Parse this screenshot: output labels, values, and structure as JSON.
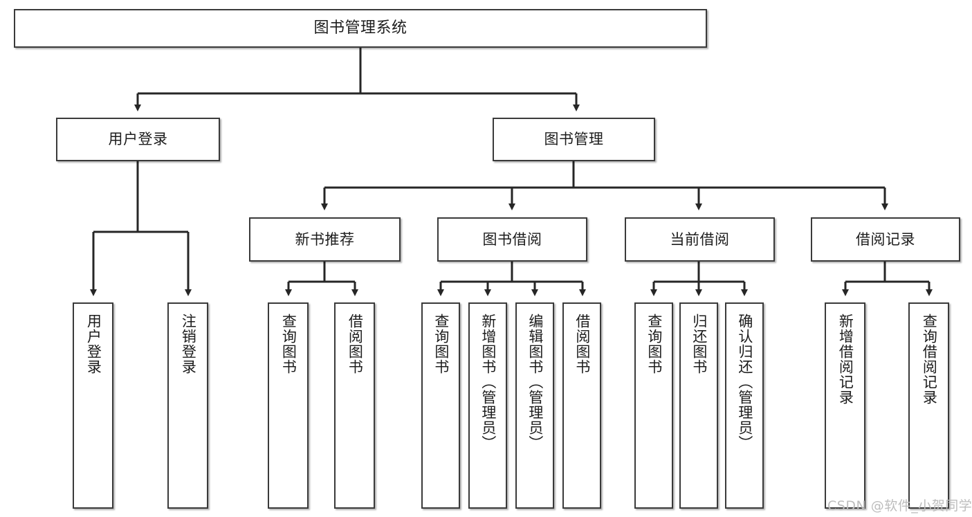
{
  "diagram": {
    "title": "图书管理系统",
    "type": "hierarchy-tree",
    "theme": {
      "background": "#ffffff",
      "node_fill": "#ffffff",
      "node_border": "#3a3a3a",
      "connector": "#262626",
      "text": "#1c1c1c",
      "watermark": "#bdbdbd"
    },
    "nodes": {
      "root": {
        "label": "图书管理系统"
      },
      "level2": [
        {
          "label": "用户登录"
        },
        {
          "label": "图书管理"
        }
      ],
      "level3": [
        {
          "label": "新书推荐"
        },
        {
          "label": "图书借阅"
        },
        {
          "label": "当前借阅"
        },
        {
          "label": "借阅记录"
        }
      ],
      "leaves_user_login": [
        {
          "label": "用户登录"
        },
        {
          "label": "注销登录"
        }
      ],
      "leaves_new_book": [
        {
          "label": "查询图书"
        },
        {
          "label": "借阅图书"
        }
      ],
      "leaves_borrow": [
        {
          "label": "查询图书"
        },
        {
          "label": "新增图书（管理员）"
        },
        {
          "label": "编辑图书（管理员）"
        },
        {
          "label": "借阅图书"
        }
      ],
      "leaves_current": [
        {
          "label": "查询图书"
        },
        {
          "label": "归还图书"
        },
        {
          "label": "确认归还（管理员）"
        }
      ],
      "leaves_record": [
        {
          "label": "新增借阅记录"
        },
        {
          "label": "查询借阅记录"
        }
      ]
    },
    "watermark": "CSDN @软件_小贺同学"
  }
}
